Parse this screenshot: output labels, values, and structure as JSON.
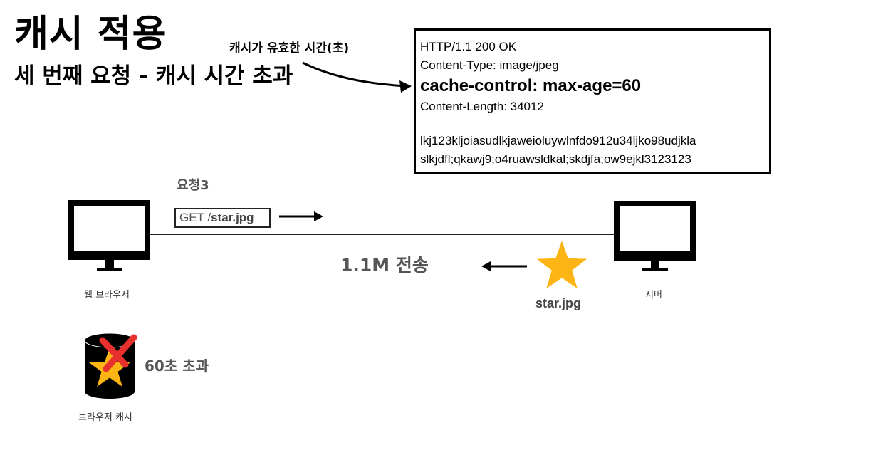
{
  "title": "캐시 적용",
  "subtitle": "세 번째 요청 - 캐시 시간 초과",
  "annotation": "캐시가 유효한 시간(초)",
  "response": {
    "status_line": "HTTP/1.1 200 OK",
    "content_type": "Content-Type: image/jpeg",
    "cache_control": "cache-control: max-age=60",
    "content_length": "Content-Length: 34012",
    "body_line1": "lkj123kljoiasudlkjaweioluywlnfdo912u34ljko98udjkla",
    "body_line2": "slkjdfl;qkawj9;o4ruawsldkal;skdjfa;ow9ejkl3123123"
  },
  "request": {
    "label": "요청3",
    "method": "GET /",
    "path": "star.jpg"
  },
  "transfer_label": "1.1M 전송",
  "star_label": "star.jpg",
  "client_label": "웹 브라우저",
  "server_label": "서버",
  "cache": {
    "label": "브라우저 캐시",
    "status": "60초 초과"
  },
  "colors": {
    "star": "#FDB515",
    "cross": "#E8312F",
    "monitor": "#000000",
    "gray_text": "#555555"
  },
  "icons": [
    "monitor-icon",
    "star-icon",
    "database-icon",
    "x-mark-icon",
    "arrow-icon"
  ]
}
